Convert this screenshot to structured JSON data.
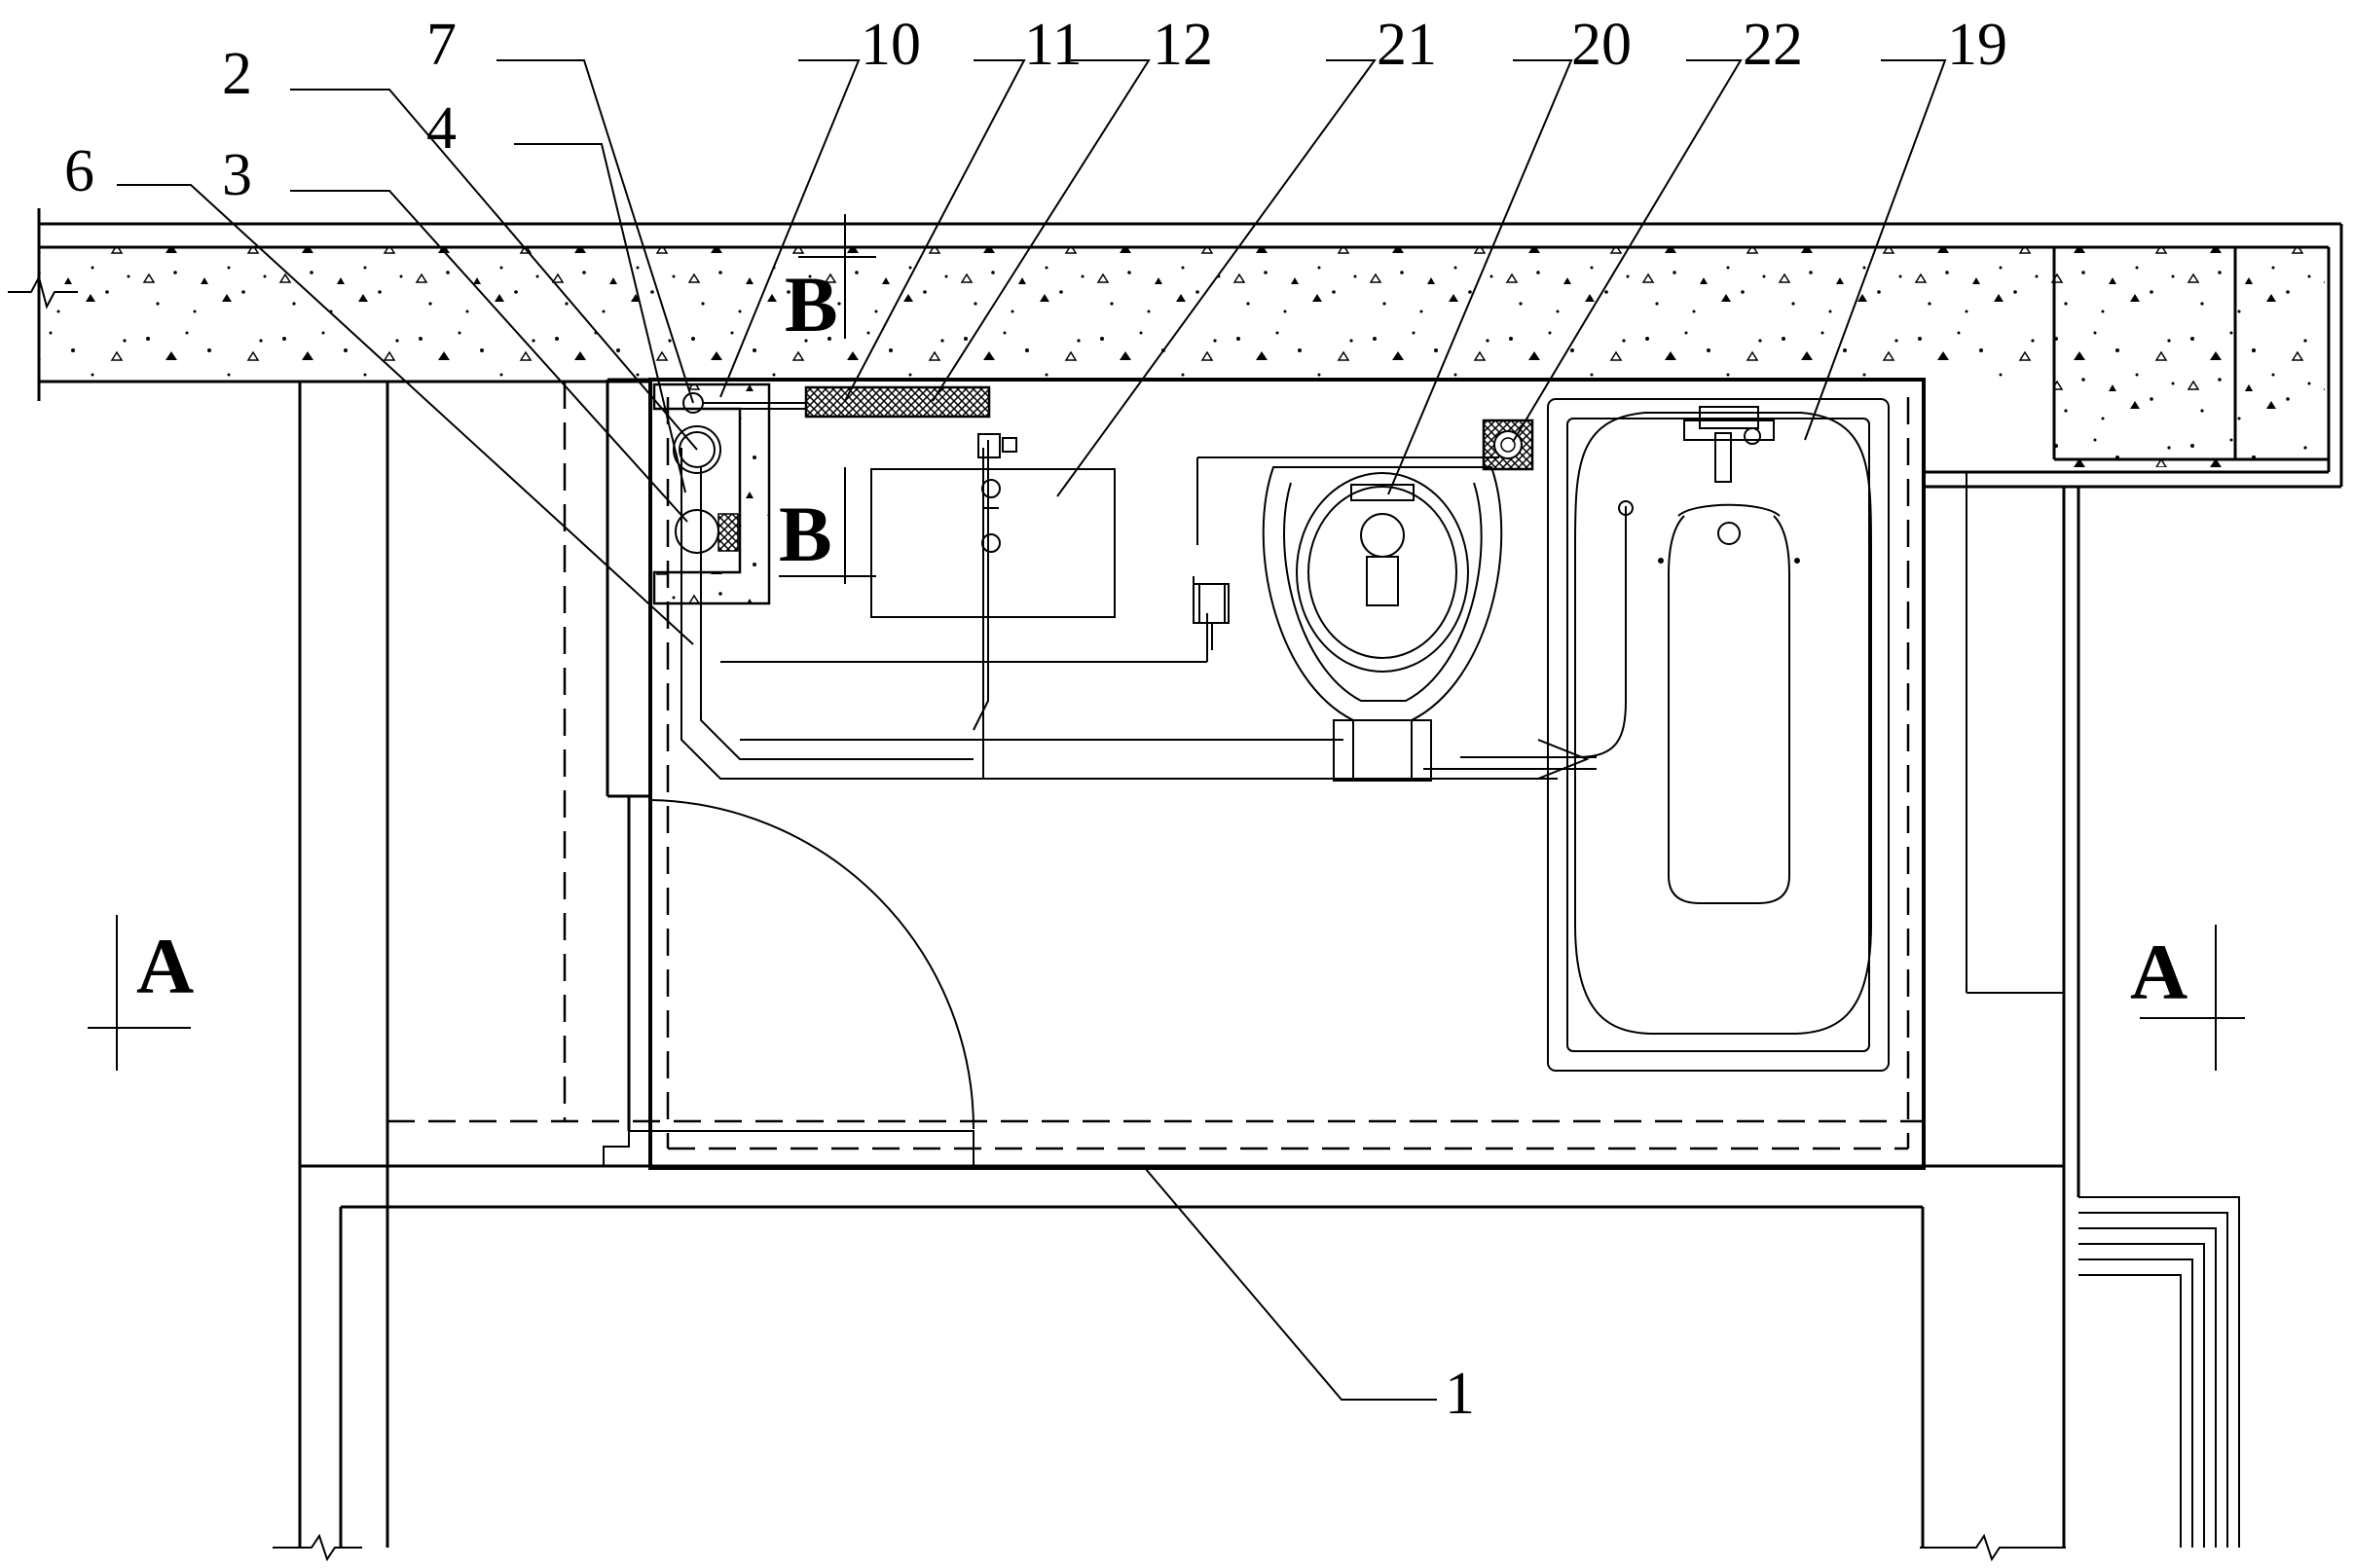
{
  "callouts": [
    {
      "label": "7"
    },
    {
      "label": "2"
    },
    {
      "label": "4"
    },
    {
      "label": "6"
    },
    {
      "label": "3"
    },
    {
      "label": "10"
    },
    {
      "label": "11"
    },
    {
      "label": "12"
    },
    {
      "label": "21"
    },
    {
      "label": "20"
    },
    {
      "label": "22"
    },
    {
      "label": "19"
    },
    {
      "label": "1"
    }
  ],
  "section_marks": {
    "b_top": "B",
    "b_bottom": "B",
    "a_left": "A",
    "a_right": "A"
  }
}
